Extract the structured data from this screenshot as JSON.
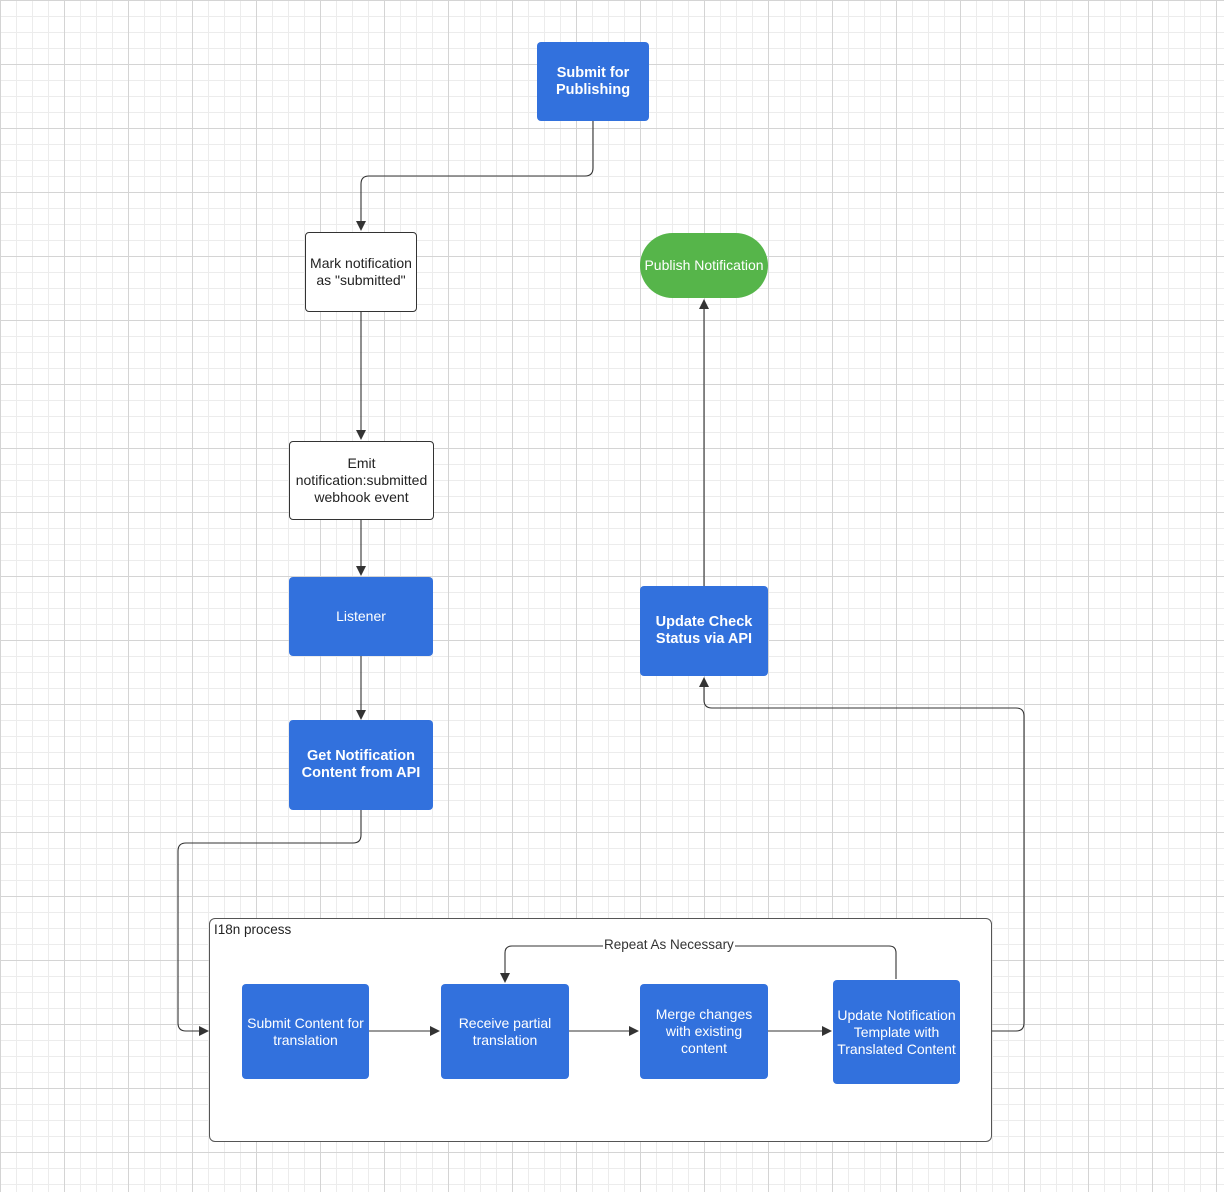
{
  "diagram": {
    "nodes": {
      "submit_publishing": "Submit for Publishing",
      "mark_submitted": "Mark notification as \"submitted\"",
      "emit_webhook": "Emit notification:submitted webhook event",
      "listener": "Listener",
      "get_content": "Get Notification Content from API",
      "publish": "Publish Notification",
      "update_check": "Update Check Status via API",
      "submit_translation": "Submit Content for translation",
      "receive_partial": "Receive partial translation",
      "merge_changes": "Merge changes with existing content",
      "update_template": "Update Notification Template with Translated Content"
    },
    "group_label": "I18n process",
    "edge_labels": {
      "repeat": "Repeat As Necessary"
    },
    "colors": {
      "process_blue": "#3271dd",
      "terminal_green": "#56b54a",
      "outline": "#333333",
      "connector": "#333333"
    }
  }
}
